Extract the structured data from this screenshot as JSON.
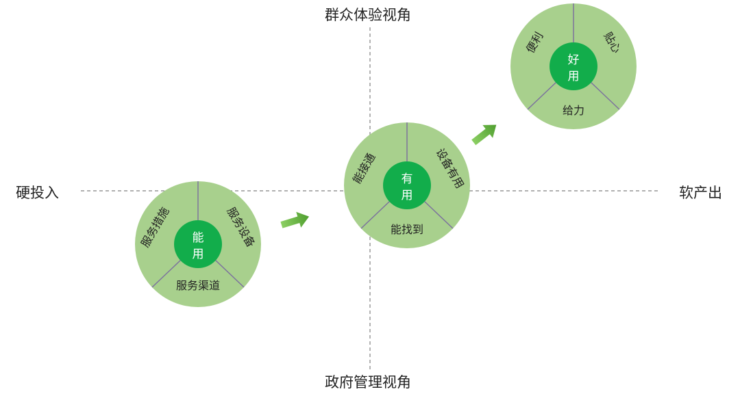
{
  "axes": {
    "top": "群众体验视角",
    "bottom": "政府管理视角",
    "left": "硬投入",
    "right": "软产出"
  },
  "colors": {
    "outer": "#a8d08d",
    "center": "#12ad4b",
    "divider": "#7a6e9e",
    "axis": "#808080",
    "arrow": "#5ea83a"
  },
  "stages": [
    {
      "center_line1": "能",
      "center_line2": "用",
      "left": "服务措施",
      "right": "服务设备",
      "bottom": "服务渠道"
    },
    {
      "center_line1": "有",
      "center_line2": "用",
      "left": "能接通",
      "right": "设备有用",
      "bottom": "能找到"
    },
    {
      "center_line1": "好",
      "center_line2": "用",
      "left": "便利",
      "right": "贴心",
      "bottom": "给力"
    }
  ]
}
